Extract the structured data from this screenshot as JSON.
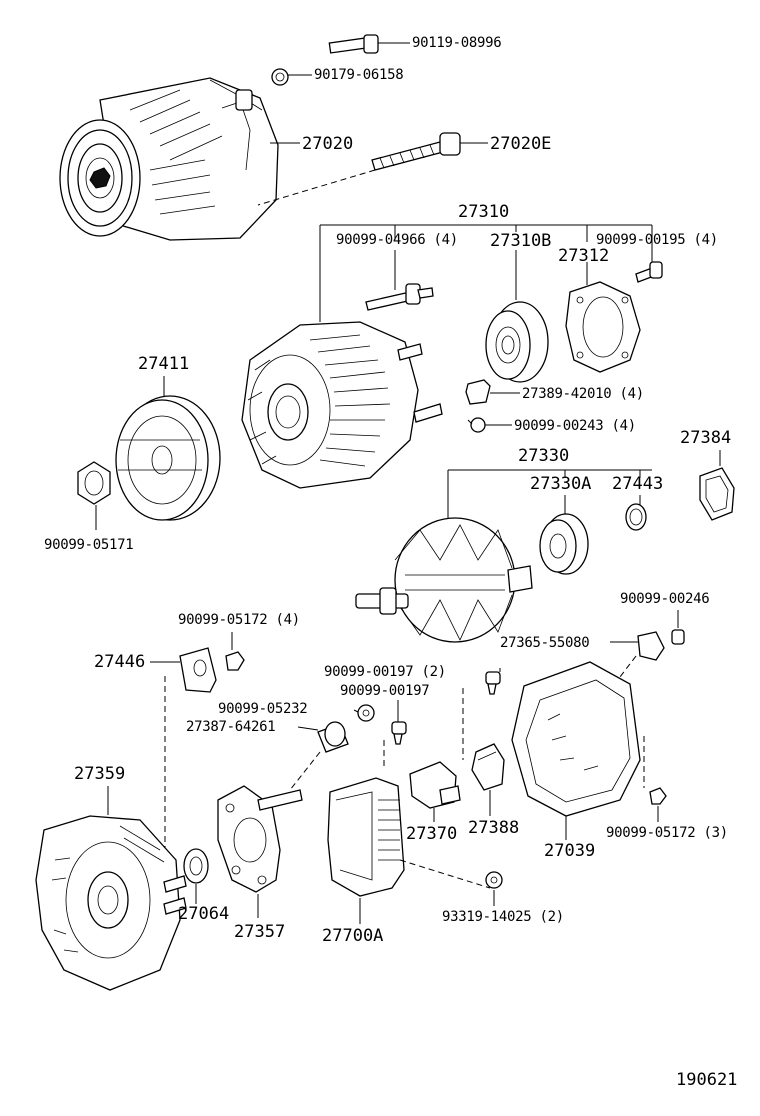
{
  "diagram": {
    "parts": {
      "bolt_top": "90119-08996",
      "nut_top": "90179-06158",
      "alternator_assy": "27020",
      "through_bolt": "27020E",
      "drive_end_frame": "27310",
      "stud_bolt": "90099-04966 (4)",
      "bearing_front": "27310B",
      "screw_retainer": "90099-00195 (4)",
      "retainer_plate": "27312",
      "clip": "27389-42010 (4)",
      "screw_small": "90099-00243 (4)",
      "pulley": "27411",
      "rotor_assy": "27330",
      "insulator": "27384",
      "pulley_nut": "90099-05171",
      "bearing_rear": "27330A",
      "bearing_cover": "27443",
      "nut_4": "90099-05172 (4)",
      "screw_terminal": "90099-00246",
      "insulator_plate": "27446",
      "terminal_insulator": "27365-55080",
      "screw_2": "90099-00197 (2)",
      "nut_5232": "90099-05232",
      "screw_0197": "90099-00197",
      "terminal_bolt": "27387-64261",
      "rear_end_frame": "27359",
      "brush_holder": "27370",
      "holder_cover": "27388",
      "rear_cover": "27039",
      "nut_3": "90099-05172 (3)",
      "collar": "27064",
      "rectifier": "27357",
      "regulator": "27700A",
      "washer": "93319-14025 (2)"
    },
    "figure_number": "190621"
  }
}
